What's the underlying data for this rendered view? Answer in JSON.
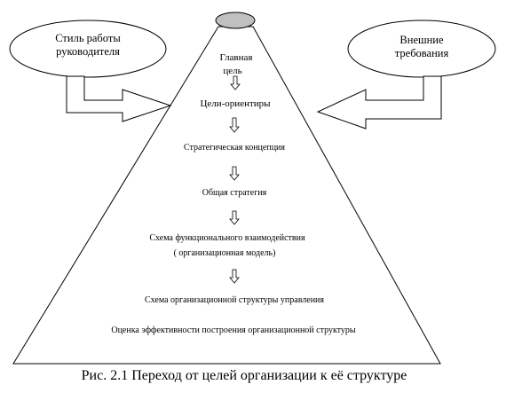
{
  "external_nodes": {
    "left": {
      "line1": "Стиль работы",
      "line2": "руководителя"
    },
    "right": {
      "line1": "Внешние",
      "line2": "требования"
    }
  },
  "pyramid": {
    "top_label_line1": "Главная",
    "top_label_line2": "цель",
    "levels": [
      {
        "text": "Цели-ориентиры"
      },
      {
        "text": "Стратегическая концепция"
      },
      {
        "text": "Общая стратегия"
      },
      {
        "line1": "Схема функционального взаимодействия",
        "line2": "( организационная модель)"
      },
      {
        "text": "Схема организационной структуры управления"
      },
      {
        "text": "Оценка эффективности построения организационной структуры"
      }
    ]
  },
  "caption": "Рис. 2.1 Переход от целей организации к её структуре",
  "colors": {
    "line": "#000000",
    "top_ellipse_fill": "#c0c0c0",
    "background": "#ffffff"
  }
}
